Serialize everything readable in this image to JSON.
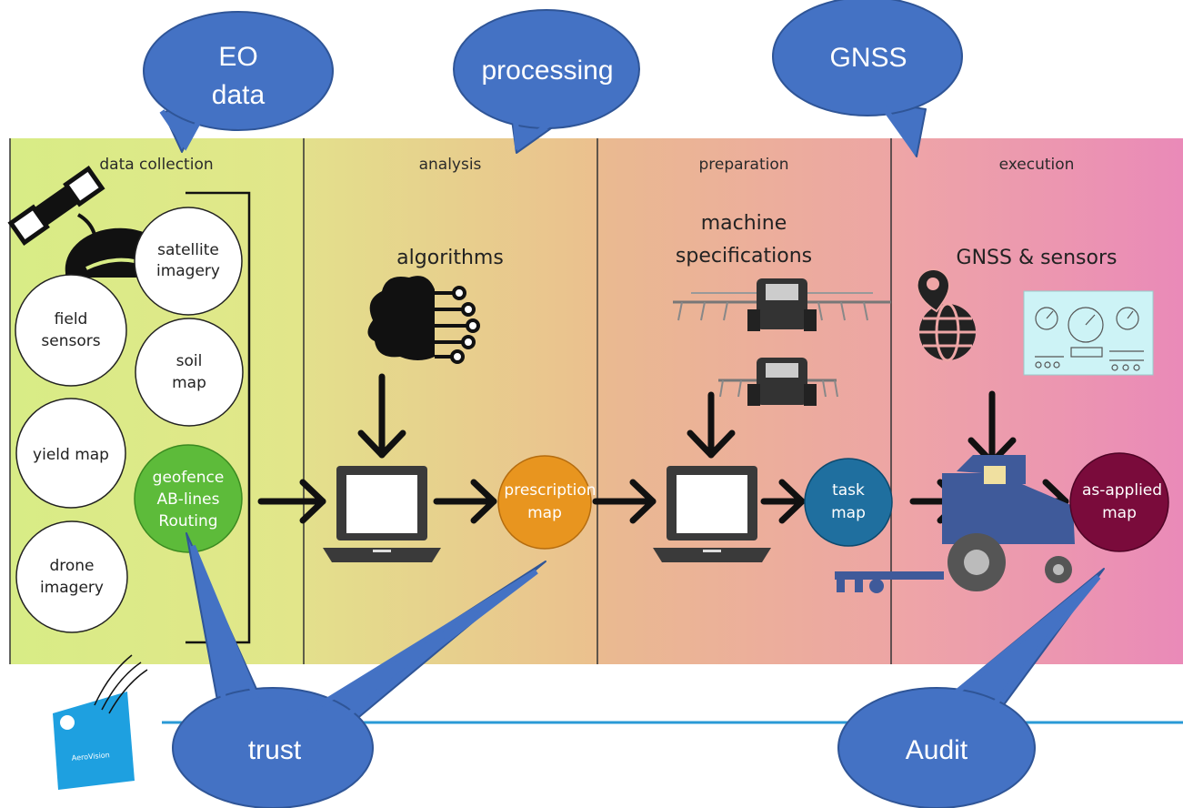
{
  "phases": [
    {
      "title": "data collection"
    },
    {
      "title": "analysis",
      "heading": [
        "algorithms"
      ]
    },
    {
      "title": "preparation",
      "heading": [
        "machine",
        "specifications"
      ]
    },
    {
      "title": "execution",
      "heading": [
        "GNSS & sensors"
      ]
    }
  ],
  "inputs": [
    {
      "lines": [
        "satellite",
        "imagery"
      ]
    },
    {
      "lines": [
        "field",
        "sensors"
      ]
    },
    {
      "lines": [
        "soil",
        "map"
      ]
    },
    {
      "lines": [
        "yield map"
      ]
    },
    {
      "lines": [
        "geofence",
        "AB-lines",
        "Routing"
      ]
    },
    {
      "lines": [
        "drone",
        "imagery"
      ]
    }
  ],
  "outputs": [
    {
      "lines": [
        "prescription",
        "map"
      ]
    },
    {
      "lines": [
        "task",
        "map"
      ]
    },
    {
      "lines": [
        "as-applied",
        "map"
      ]
    }
  ],
  "callouts": [
    {
      "lines": [
        "EO",
        "data"
      ]
    },
    {
      "lines": [
        "processing"
      ]
    },
    {
      "lines": [
        "GNSS"
      ]
    },
    {
      "lines": [
        "trust"
      ]
    },
    {
      "lines": [
        "Audit"
      ]
    }
  ],
  "logo": {
    "text": "AeroVision"
  },
  "colors": {
    "callout": "#4472c4",
    "callout_border": "#2f5597",
    "geofence": "#5dbb3a",
    "prescription": "#e8951f",
    "task": "#1f6f9f",
    "asapplied": "#7a0b3b",
    "tractor": "#3f5a9a",
    "rule": "#2a9ad6"
  }
}
